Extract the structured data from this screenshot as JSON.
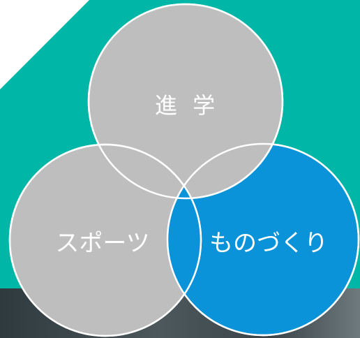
{
  "colors": {
    "teal_background": "#00b7a7",
    "white_corner": "#ffffff",
    "photo_strip": "#3f4a4e",
    "circle_grey": "#bebebe",
    "circle_blue": "#0a93d8",
    "circle_outline": "#ffffff",
    "label_text": "#ffffff"
  },
  "venn": {
    "circles": [
      {
        "id": "shingaku",
        "label": "進 学",
        "fill": "grey"
      },
      {
        "id": "sports",
        "label": "スポーツ",
        "fill": "grey"
      },
      {
        "id": "monozukuri",
        "label": "ものづくり",
        "fill": "blue"
      }
    ]
  }
}
